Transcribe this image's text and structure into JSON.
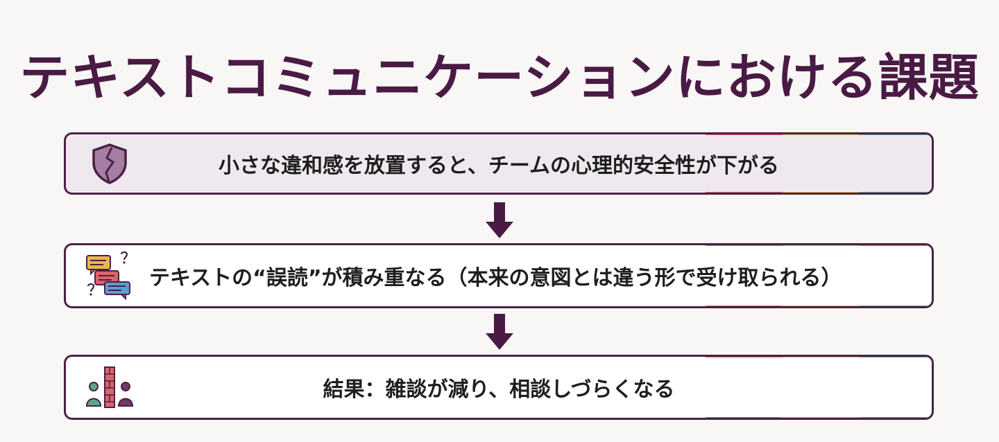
{
  "title": "テキストコミュニケーションにおける課題",
  "colors": {
    "primary": "#4a1a44",
    "box_border": "#4b2146",
    "box1_fill": "#efe9ef",
    "accent_red": "#d9646b",
    "accent_yellow": "#e8b84a",
    "accent_green": "#5aa88a"
  },
  "steps": [
    {
      "icon": "broken-shield-icon",
      "text": "小さな違和感を放置すると、チームの心理的安全性が下がる"
    },
    {
      "icon": "chat-bubbles-question-icon",
      "text": "テキストの“誤読”が積み重なる（本来の意図とは違う形で受け取られる）"
    },
    {
      "icon": "people-wall-icon",
      "text": "結果：雑談が減り、相談しづらくなる"
    }
  ]
}
